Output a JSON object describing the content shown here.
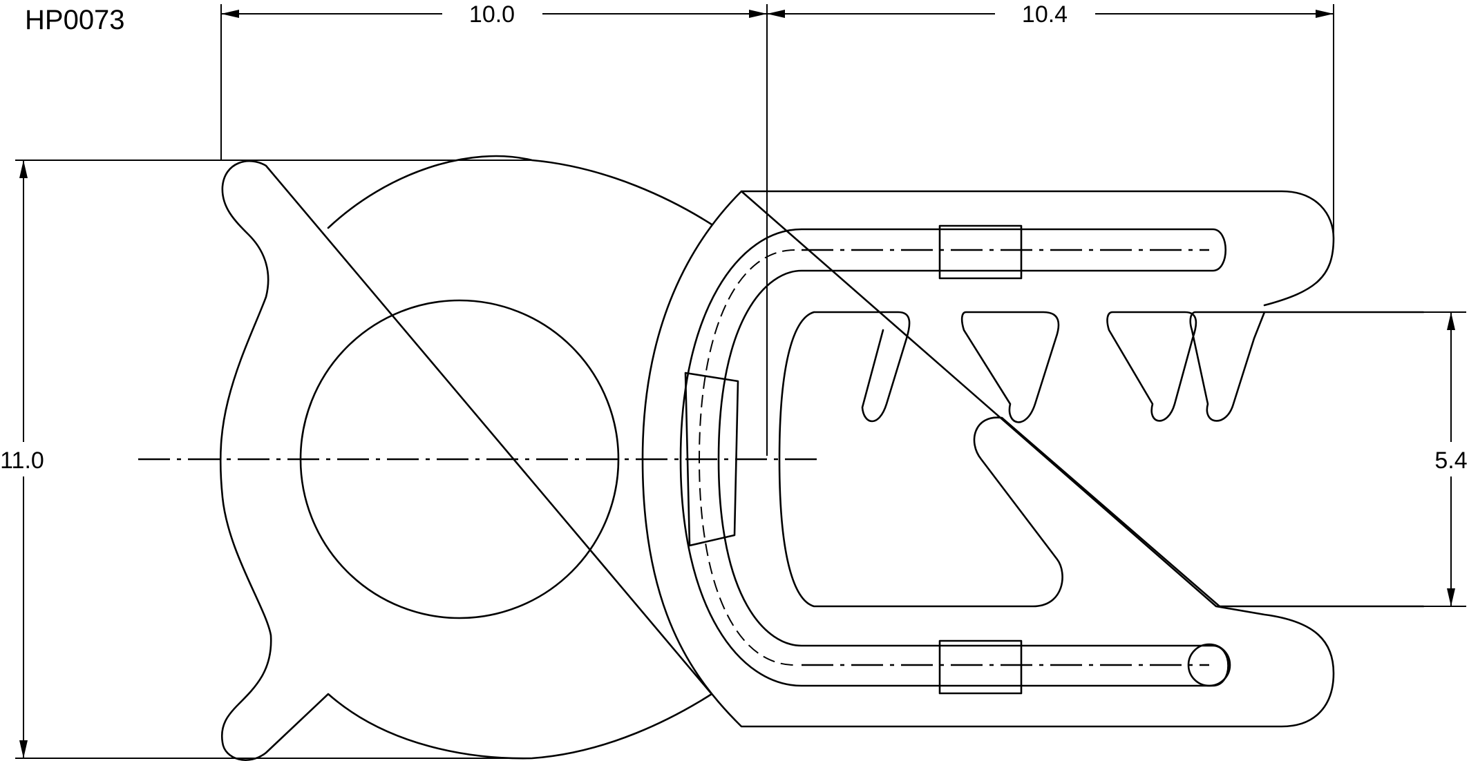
{
  "part_number": "HP0073",
  "dimensions": {
    "top_left": "10.0",
    "top_right": "10.4",
    "left_height": "11.0",
    "right_opening": "5.4"
  }
}
